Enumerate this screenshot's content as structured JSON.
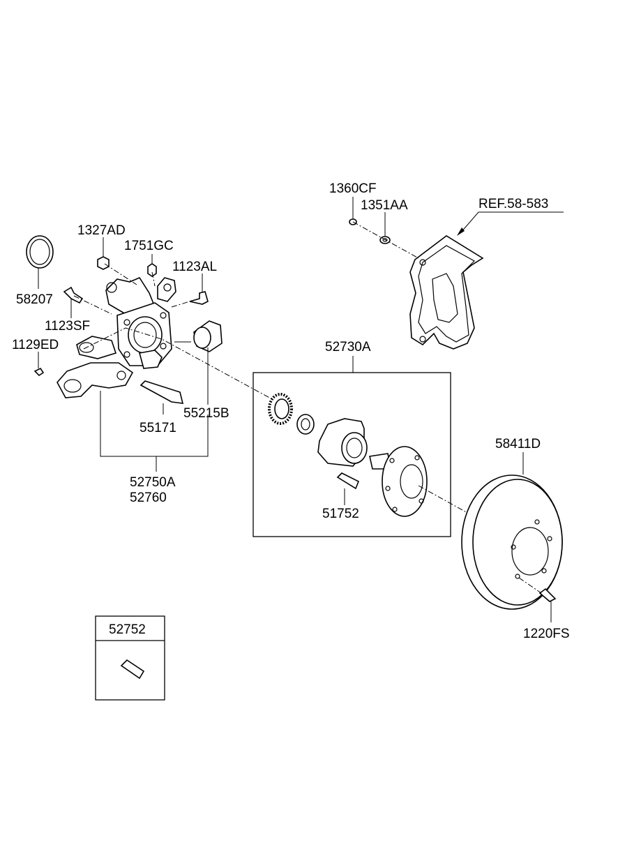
{
  "labels": {
    "l_1360CF": "1360CF",
    "l_1351AA": "1351AA",
    "l_ref": "REF.58-583",
    "l_1327AD": "1327AD",
    "l_1751GC": "1751GC",
    "l_1123AL": "1123AL",
    "l_58207": "58207",
    "l_1123SF": "1123SF",
    "l_1129ED": "1129ED",
    "l_52730A": "52730A",
    "l_55215B": "55215B",
    "l_55171": "55171",
    "l_52750A": "52750A",
    "l_52760": "52760",
    "l_58411D": "58411D",
    "l_51752": "51752",
    "l_1220FS": "1220FS",
    "l_52752": "52752"
  }
}
